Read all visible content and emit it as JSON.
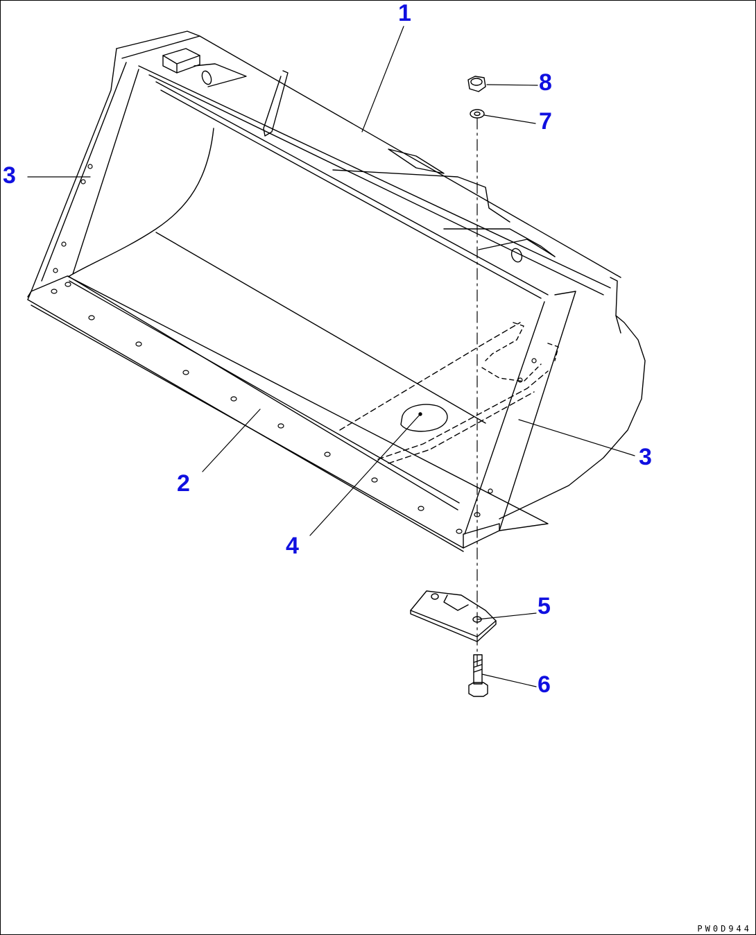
{
  "callouts": {
    "c1": "1",
    "c2": "2",
    "c3_left": "3",
    "c3_right": "3",
    "c4": "4",
    "c5": "5",
    "c6": "6",
    "c7": "7",
    "c8": "8"
  },
  "drawing_code": "PW0D944",
  "colors": {
    "callout": "#1010e0",
    "line": "#000000"
  }
}
